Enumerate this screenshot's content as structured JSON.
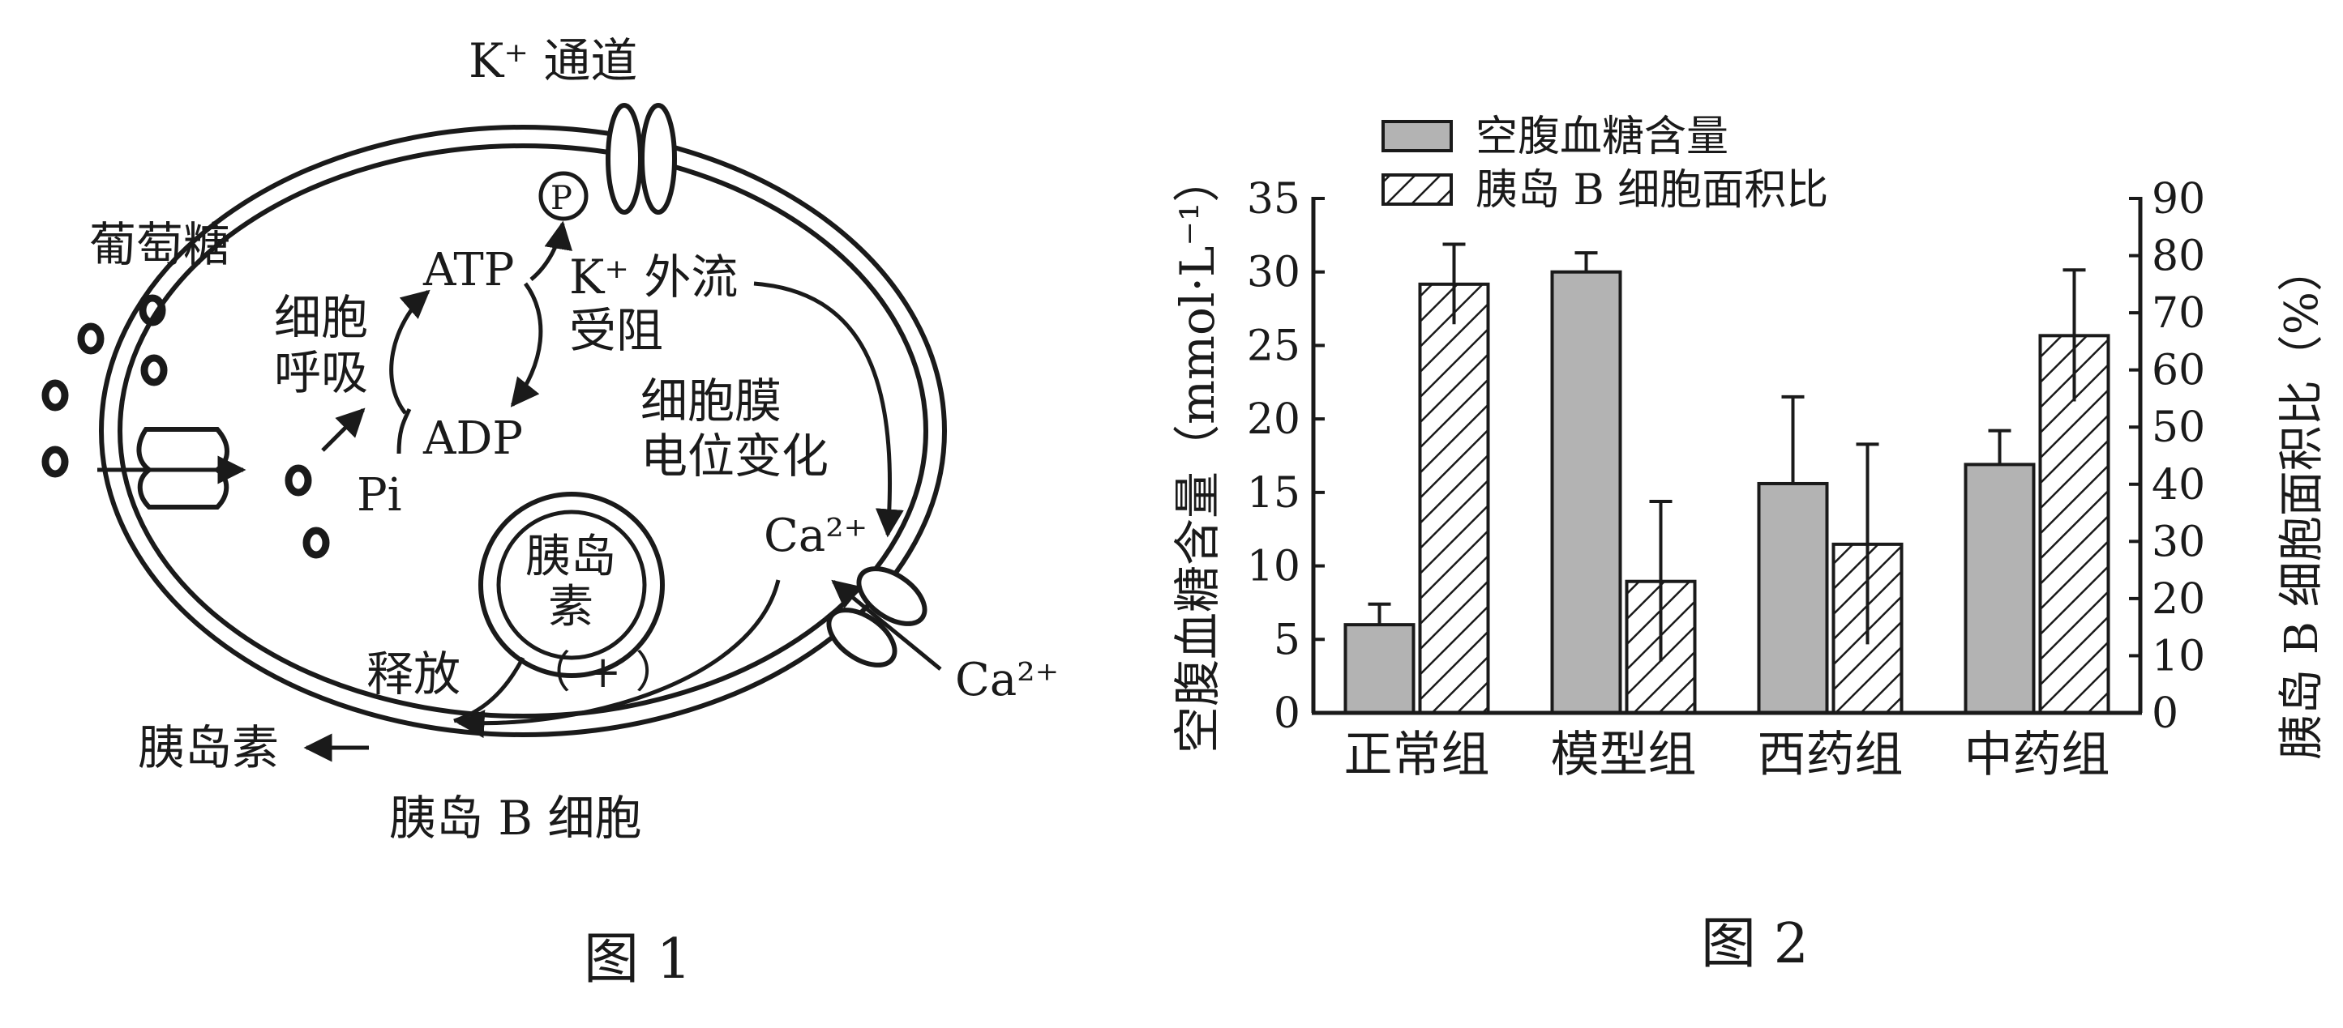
{
  "figure1": {
    "caption": "图 1",
    "labels": {
      "glucose": "葡萄糖",
      "k_channel": "K⁺ 通道",
      "respiration_line1": "细胞",
      "respiration_line2": "呼吸",
      "atp": "ATP",
      "adp": "ADP",
      "pi": "Pi",
      "phosphate": "P",
      "k_efflux_line1": "K⁺ 外流",
      "k_efflux_line2": "受阻",
      "membrane_line1": "细胞膜",
      "membrane_line2": "电位变化",
      "ca_inside": "Ca²⁺",
      "ca_outside": "Ca²⁺",
      "insulin_vesicle_line1": "胰岛",
      "insulin_vesicle_line2": "素",
      "plus": "（ + ）",
      "release": "释放",
      "insulin_out": "胰岛素",
      "cell_name": "胰岛 B 细胞"
    }
  },
  "figure2": {
    "caption": "图 2",
    "left_axis_label": "空腹血糖含量（mmol·L⁻¹）",
    "right_axis_label": "胰岛 B 细胞面积比（%）",
    "legend": [
      "空腹血糖含量",
      "胰岛 B 细胞面积比"
    ]
  },
  "chart_data": {
    "type": "bar",
    "categories": [
      "正常组",
      "模型组",
      "西药组",
      "中药组"
    ],
    "series": [
      {
        "name": "空腹血糖含量",
        "axis": "left",
        "fill": "#b3b3b3",
        "values": [
          6.0,
          30.0,
          15.6,
          16.9
        ],
        "error": [
          1.4,
          1.3,
          5.9,
          2.3
        ]
      },
      {
        "name": "胰岛 B 细胞面积比",
        "axis": "right",
        "fill": "hatch",
        "values": [
          75,
          23,
          29.5,
          66
        ],
        "error": [
          7,
          14,
          17.5,
          11.5
        ]
      }
    ],
    "left_axis": {
      "ylim": [
        0,
        35
      ],
      "ticks": [
        0,
        5,
        10,
        15,
        20,
        25,
        30,
        35
      ]
    },
    "right_axis": {
      "ylim": [
        0,
        90
      ],
      "ticks": [
        0,
        10,
        20,
        30,
        40,
        50,
        60,
        70,
        80,
        90
      ]
    },
    "legend_position": "top-left"
  }
}
